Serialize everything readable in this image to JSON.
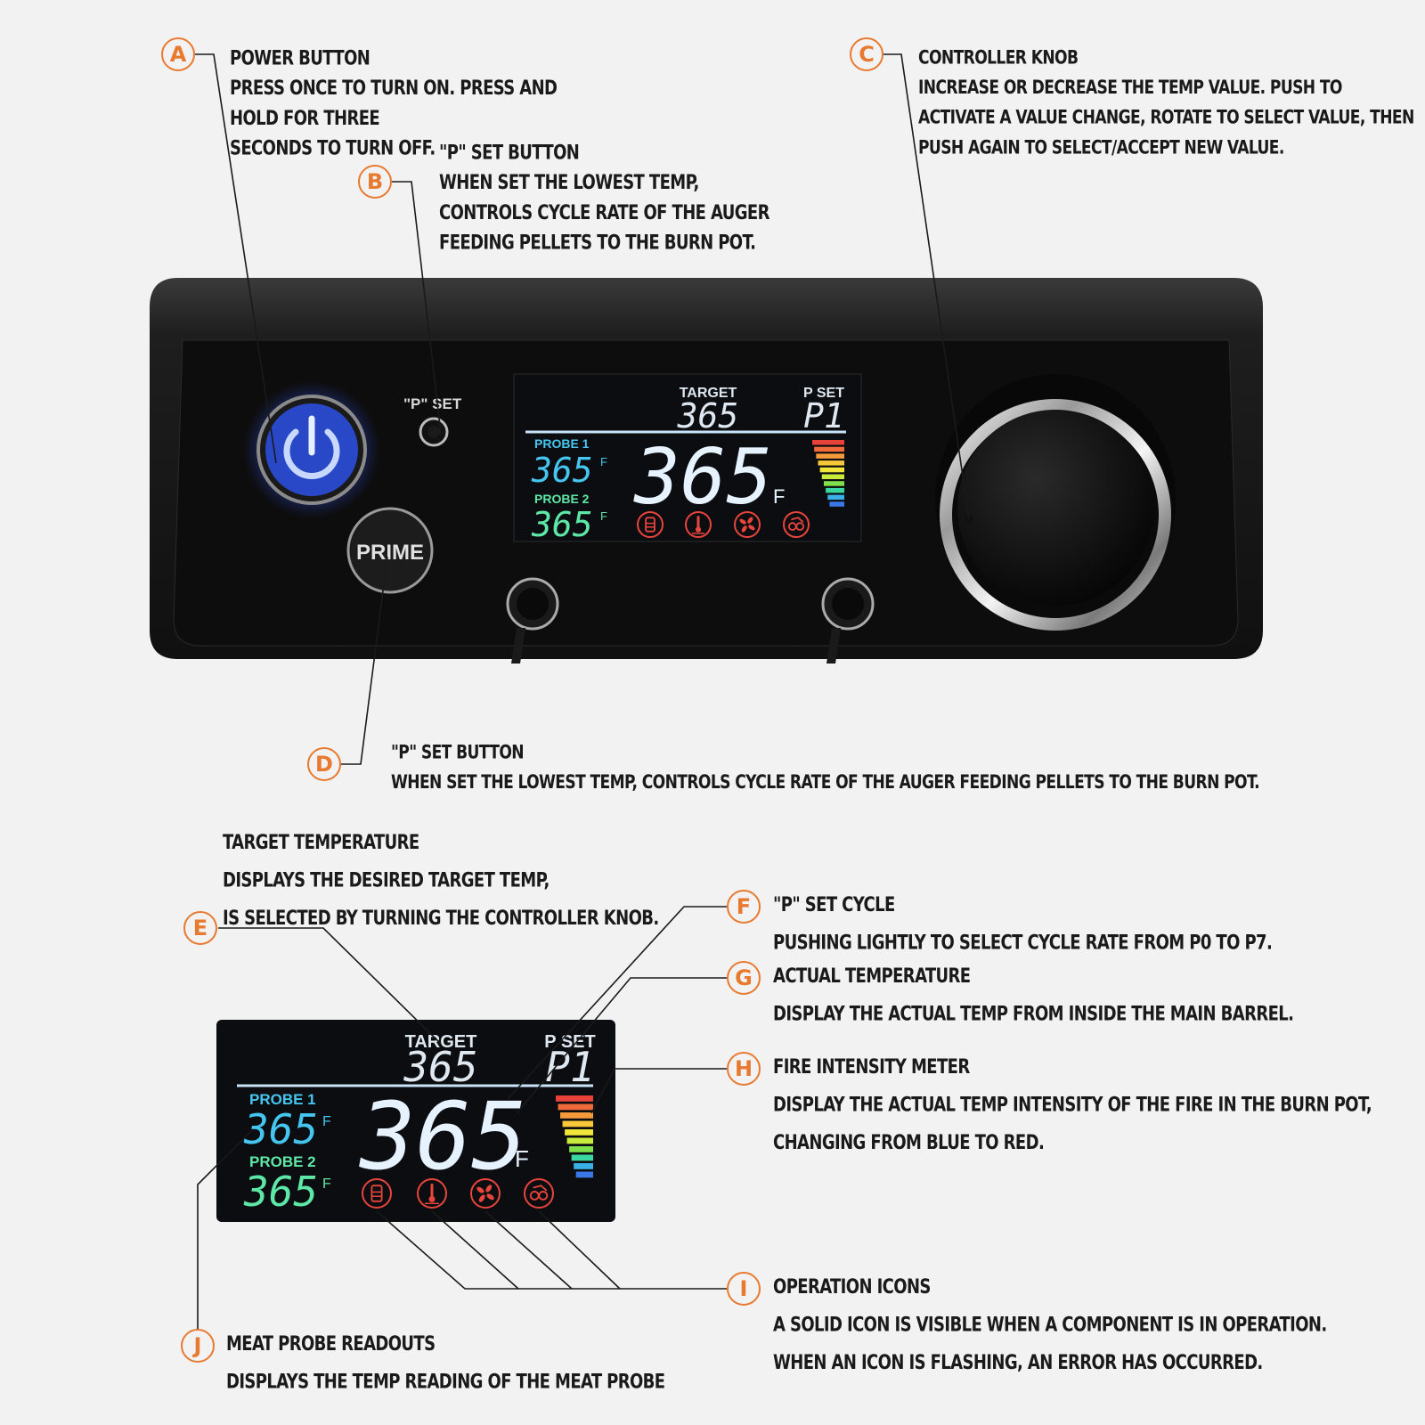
{
  "callouts": {
    "a": {
      "letter": "A",
      "title": "POWER BUTTON",
      "lines": [
        "PRESS ONCE TO TURN ON. PRESS AND",
        "HOLD FOR THREE",
        "SECONDS TO TURN OFF."
      ]
    },
    "b": {
      "letter": "B",
      "title": "\"P\" SET BUTTON",
      "lines": [
        "WHEN SET THE LOWEST TEMP,",
        "CONTROLS CYCLE RATE OF THE AUGER",
        "FEEDING PELLETS TO THE BURN POT."
      ]
    },
    "c": {
      "letter": "C",
      "title": "CONTROLLER KNOB",
      "lines": [
        "INCREASE OR DECREASE THE TEMP VALUE. PUSH TO",
        "ACTIVATE A VALUE CHANGE, ROTATE TO SELECT VALUE, THEN",
        "PUSH AGAIN TO SELECT/ACCEPT NEW VALUE."
      ]
    },
    "d": {
      "letter": "D",
      "title": "\"P\" SET BUTTON",
      "lines": [
        "WHEN SET THE LOWEST TEMP, CONTROLS CYCLE RATE OF THE AUGER FEEDING PELLETS TO THE BURN POT."
      ]
    },
    "e": {
      "letter": "E",
      "title": "TARGET TEMPERATURE",
      "lines": [
        "DISPLAYS THE DESIRED TARGET TEMP,",
        "IS SELECTED BY TURNING THE CONTROLLER KNOB."
      ]
    },
    "f": {
      "letter": "F",
      "title": "\"P\" SET CYCLE",
      "lines": [
        "PUSHING LIGHTLY TO SELECT CYCLE RATE FROM P0 TO P7."
      ]
    },
    "g": {
      "letter": "G",
      "title": "ACTUAL TEMPERATURE",
      "lines": [
        "DISPLAY THE ACTUAL TEMP FROM INSIDE THE MAIN BARREL."
      ]
    },
    "h": {
      "letter": "H",
      "title": "FIRE INTENSITY METER",
      "lines": [
        "DISPLAY THE ACTUAL TEMP INTENSITY OF THE FIRE IN THE BURN POT,",
        "CHANGING FROM BLUE TO RED."
      ]
    },
    "i": {
      "letter": "I",
      "title": "OPERATION ICONS",
      "lines": [
        "A SOLID ICON IS VISIBLE WHEN A COMPONENT IS IN OPERATION.",
        "WHEN AN ICON IS FLASHING, AN ERROR HAS OCCURRED."
      ]
    },
    "j": {
      "letter": "J",
      "title": "MEAT PROBE READOUTS",
      "lines": [
        "DISPLAYS THE TEMP READING OF THE MEAT PROBE"
      ]
    }
  },
  "panel": {
    "pset_label": "\"P\" SET",
    "prime_label": "PRIME"
  },
  "display": {
    "target_label": "TARGET",
    "target_value": "365",
    "pset_label": "P SET",
    "pset_value": "P1",
    "probe1_label": "PROBE 1",
    "probe1_value": "365",
    "probe2_label": "PROBE 2",
    "probe2_value": "365",
    "unit": "F",
    "actual_value": "365",
    "fire_meter_colors": [
      "#e8413a",
      "#f06a3a",
      "#f59a3a",
      "#f8c83a",
      "#f0e53a",
      "#c8ea3a",
      "#7ee04a",
      "#3ad8a0",
      "#3ab0e8",
      "#3a78e8"
    ],
    "operation_icons": [
      "igniter-icon",
      "thermometer-icon",
      "fan-icon",
      "auger-icon"
    ],
    "colors": {
      "accent": "#e87a30",
      "probe1": "#45c6f0",
      "probe2": "#5ee8a8",
      "digits": "#e6f3ff",
      "icons": "#e8453c"
    }
  }
}
